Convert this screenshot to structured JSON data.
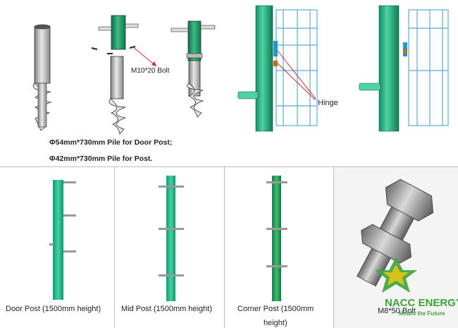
{
  "top_left": {
    "bolt_label": "M10*20 Bolt",
    "spec_line_1": "Φ54mm*730mm Pile for Door Post;",
    "spec_line_2": "Φ42mm*730mm Pile for Post."
  },
  "top_right": {
    "hinge_label": "Hinge"
  },
  "posts": [
    {
      "caption": "Door Post (1500mm height)"
    },
    {
      "caption": "Mid Post (1500mm height)"
    },
    {
      "caption_line_1": "Corner Post (1500mm",
      "caption_line_2": "height)"
    },
    {
      "caption": "M8*50 Bolt"
    }
  ],
  "brand": {
    "name": "NACC ENERGY",
    "tagline": "Mount the Future",
    "colors": {
      "green": "#3aa53a",
      "yellow": "#d8c21a"
    }
  },
  "colors": {
    "post_green": "#20b38a",
    "dark_green": "#1f8f4f",
    "frame_blue": "#7cc3e6"
  }
}
